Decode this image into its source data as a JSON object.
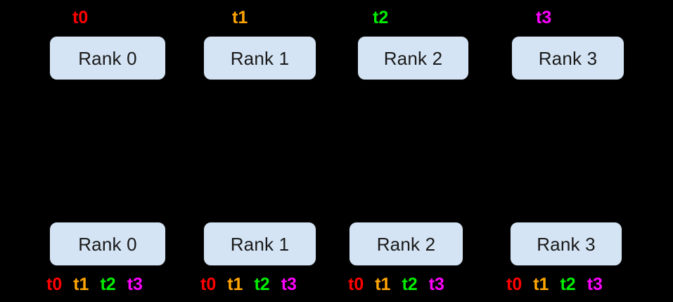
{
  "diagram": {
    "background_color": "#000000",
    "box_fill_color": "#D4E4F4",
    "box_border_color": "#0a0a0a",
    "tick_colors": {
      "t0": "#FF0000",
      "t1": "#FFA500",
      "t2": "#00EE00",
      "t3": "#FF00FF"
    },
    "top_row": {
      "boxes": [
        {
          "label": "Rank 0",
          "tick": "t0",
          "tick_color": "#FF0000"
        },
        {
          "label": "Rank 1",
          "tick": "t1",
          "tick_color": "#FFA500"
        },
        {
          "label": "Rank 2",
          "tick": "t2",
          "tick_color": "#00EE00"
        },
        {
          "label": "Rank 3",
          "tick": "t3",
          "tick_color": "#FF00FF"
        }
      ]
    },
    "bottom_row": {
      "boxes": [
        {
          "label": "Rank 0",
          "ticks": [
            {
              "text": "t0",
              "color": "#FF0000"
            },
            {
              "text": "t1",
              "color": "#FFA500"
            },
            {
              "text": "t2",
              "color": "#00EE00"
            },
            {
              "text": "t3",
              "color": "#FF00FF"
            }
          ]
        },
        {
          "label": "Rank 1",
          "ticks": [
            {
              "text": "t0",
              "color": "#FF0000"
            },
            {
              "text": "t1",
              "color": "#FFA500"
            },
            {
              "text": "t2",
              "color": "#00EE00"
            },
            {
              "text": "t3",
              "color": "#FF00FF"
            }
          ]
        },
        {
          "label": "Rank 2",
          "ticks": [
            {
              "text": "t0",
              "color": "#FF0000"
            },
            {
              "text": "t1",
              "color": "#FFA500"
            },
            {
              "text": "t2",
              "color": "#00EE00"
            },
            {
              "text": "t3",
              "color": "#FF00FF"
            }
          ]
        },
        {
          "label": "Rank 3",
          "ticks": [
            {
              "text": "t0",
              "color": "#FF0000"
            },
            {
              "text": "t1",
              "color": "#FFA500"
            },
            {
              "text": "t2",
              "color": "#00EE00"
            },
            {
              "text": "t3",
              "color": "#FF00FF"
            }
          ]
        }
      ]
    }
  }
}
